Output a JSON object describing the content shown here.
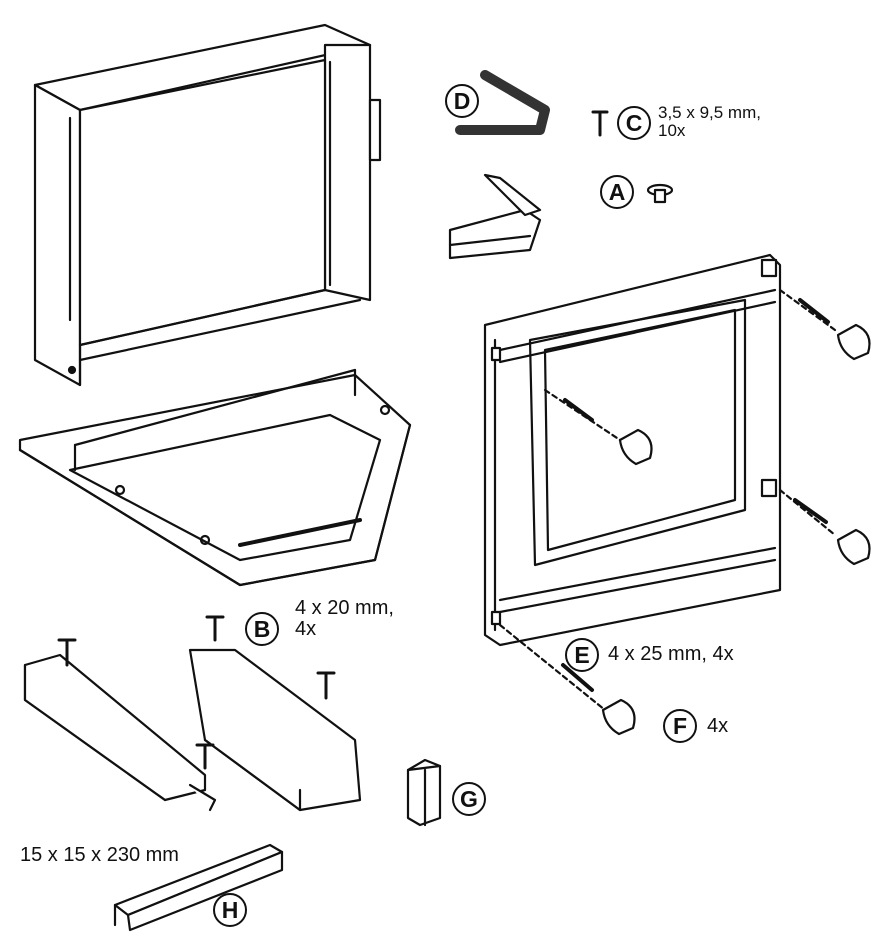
{
  "parts": [
    {
      "letter": "A",
      "spec": ""
    },
    {
      "letter": "B",
      "spec_line1": "4 x 20 mm,",
      "spec_line2": "4x"
    },
    {
      "letter": "C",
      "spec_line1": "3,5 x 9,5 mm,",
      "spec_line2": "10x"
    },
    {
      "letter": "D",
      "spec": ""
    },
    {
      "letter": "E",
      "spec": "4 x 25 mm, 4x"
    },
    {
      "letter": "F",
      "spec": "4x"
    },
    {
      "letter": "G",
      "spec": ""
    },
    {
      "letter": "H",
      "spec": "15 x 15 x 230 mm"
    }
  ]
}
